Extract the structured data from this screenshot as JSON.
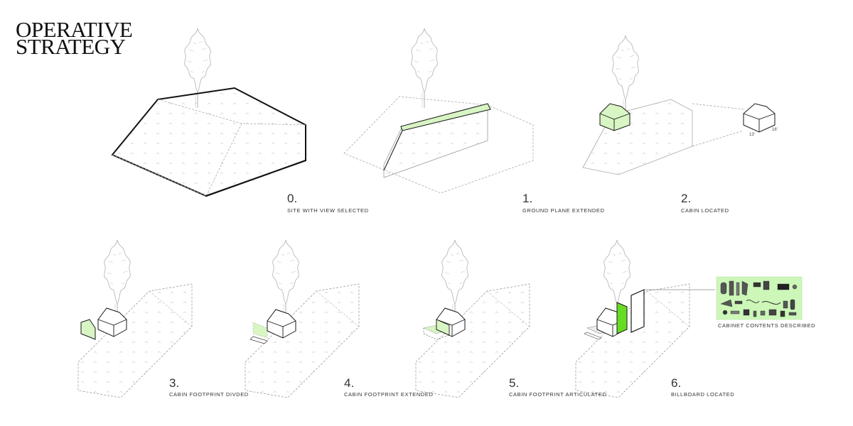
{
  "title": {
    "line1": "OPERATIVE",
    "line2": "STRATEGY"
  },
  "steps": [
    {
      "num": "0.",
      "caption": "SITE WITH VIEW SELECTED"
    },
    {
      "num": "1.",
      "caption": "GROUND PLANE EXTENDED"
    },
    {
      "num": "2.",
      "caption": "CABIN LOCATED"
    },
    {
      "num": "3.",
      "caption": "CABIN FOOTPRINT DIVDED"
    },
    {
      "num": "4.",
      "caption": "CABIN FOOTPRINT EXTENDED"
    },
    {
      "num": "5.",
      "caption": "CABIN FOOTPRINT ARTICULATED"
    },
    {
      "num": "6.",
      "caption": "BILLBOARD LOCATED"
    }
  ],
  "cabinet_caption": "CABINET CONTENTS DESCRIBED",
  "dimensions": {
    "a": "13'",
    "b": "16'"
  },
  "colors": {
    "accent_green": "#d8f5c4",
    "bright_green": "#66dd22",
    "line": "#222222",
    "ghost": "#9a9a9a"
  }
}
